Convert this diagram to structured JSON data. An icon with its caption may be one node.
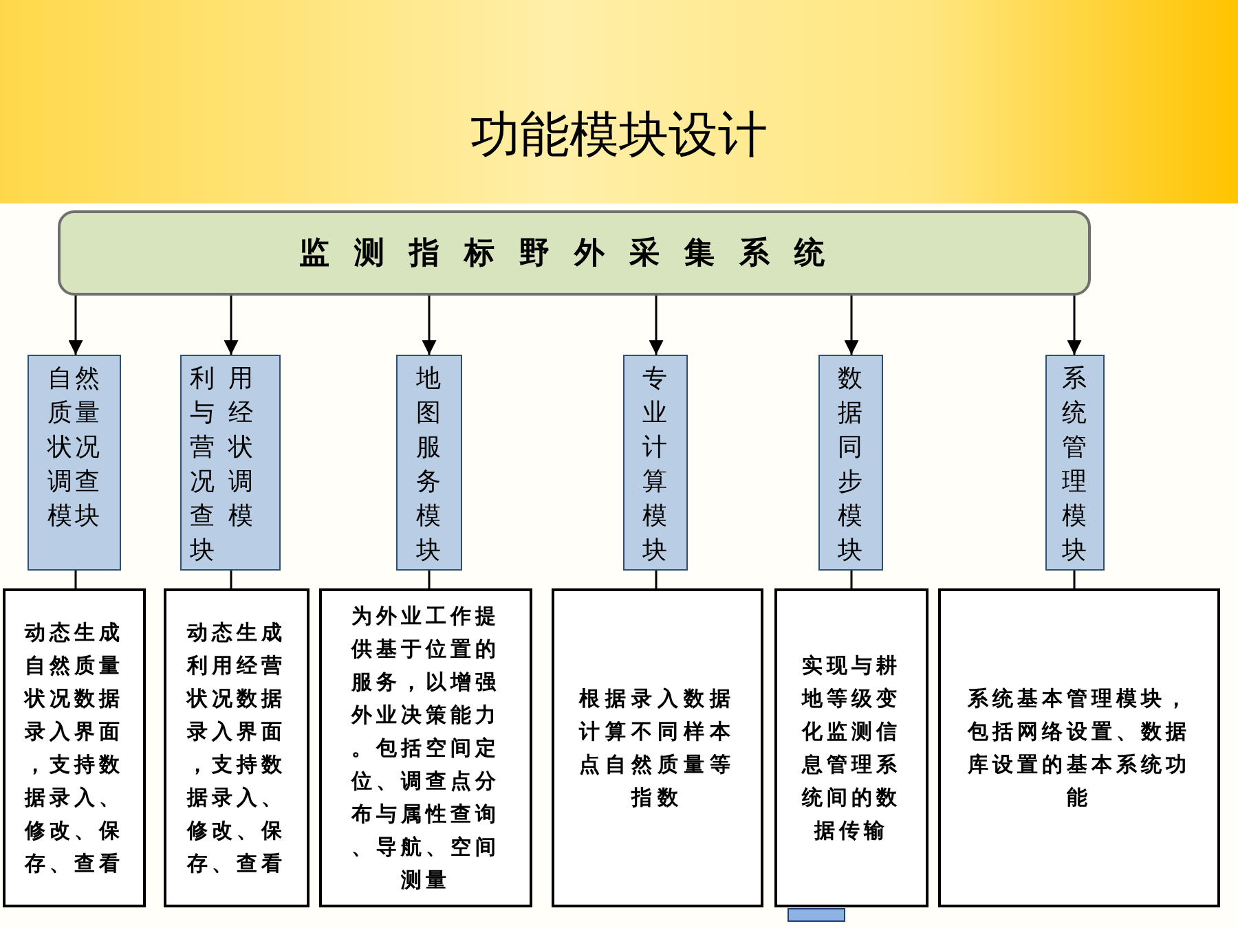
{
  "diagram": {
    "title": "功能模块设计",
    "nodes": [
      {
        "text": [
          "监测指标野外采集系统"
        ]
      },
      {
        "text": [
          "自然质量状况调查模块"
        ]
      },
      {
        "text": [
          "利用与经营状况调查模块"
        ]
      },
      {
        "text": [
          "地图服务模块"
        ]
      },
      {
        "text": [
          "专业计算模块"
        ]
      },
      {
        "text": [
          "数据同步模块"
        ]
      },
      {
        "text": [
          "系统管理模块"
        ]
      },
      {
        "text": [
          "动态生成自然质量状况数据录入界面，支持数据录入、修改、保存、查看"
        ]
      },
      {
        "text": [
          "动态生成利用经营状况数据录入界面，支持数据录入、修改、保存、查看"
        ]
      },
      {
        "text": [
          "为外业工作提供基于位置的服务，以增强外业决策能力。包括空间定位、调查点分布与属性查询、导航、空间测量"
        ]
      },
      {
        "text": [
          "根据录入数据计算不同样本点自然质量等指数"
        ]
      },
      {
        "text": [
          "实现与耕地等级变化监测信息管理系统间的数据传输"
        ]
      },
      {
        "text": [
          "系统基本管理模块，包括网络设置、数据库设置的基本系统功能"
        ]
      }
    ],
    "edges": [
      {
        "from": 0,
        "to": 1,
        "arrow": "to"
      },
      {
        "from": 0,
        "to": 2,
        "arrow": "to"
      },
      {
        "from": 0,
        "to": 3,
        "arrow": "to"
      },
      {
        "from": 0,
        "to": 4,
        "arrow": "to"
      },
      {
        "from": 0,
        "to": 5,
        "arrow": "to"
      },
      {
        "from": 0,
        "to": 6,
        "arrow": "to"
      },
      {
        "from": 1,
        "to": 7,
        "arrow": "none"
      },
      {
        "from": 2,
        "to": 8,
        "arrow": "none"
      },
      {
        "from": 3,
        "to": 9,
        "arrow": "none"
      },
      {
        "from": 4,
        "to": 10,
        "arrow": "none"
      },
      {
        "from": 5,
        "to": 11,
        "arrow": "none"
      },
      {
        "from": 6,
        "to": 12,
        "arrow": "none"
      }
    ]
  }
}
